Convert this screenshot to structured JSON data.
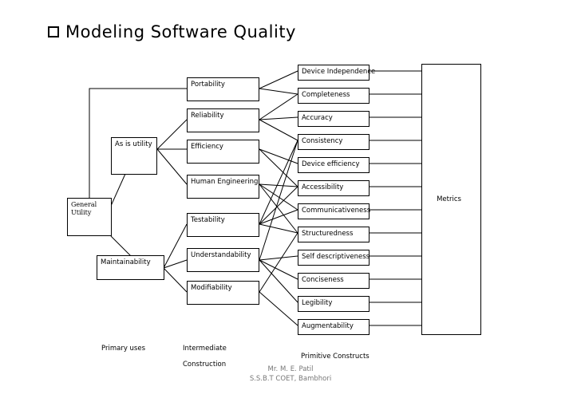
{
  "title": "Modeling Software Quality",
  "general": "General Utility",
  "primary": [
    "As is utility",
    "Maintainability"
  ],
  "intermediate": [
    "Portability",
    "Reliability",
    "Efficiency",
    "Human Engineering",
    "Testability",
    "Understandability",
    "Modifiability"
  ],
  "primitives": [
    "Device Independence",
    "Completeness",
    "Accuracy",
    "Consistency",
    "Device efficiency",
    "Accessibility",
    "Communicativeness",
    "Structuredness",
    "Self descriptiveness",
    "Conciseness",
    "Legibility",
    "Augmentability"
  ],
  "metrics": "Metrics",
  "captions": {
    "primary_uses": "Primary uses",
    "intermediate_line1": "Intermediate",
    "intermediate_line2": "Construction",
    "primitive_constructs": "Primitive Constructs"
  },
  "footer": {
    "author": "Mr. M. E. Patil",
    "institute": "S.S.B.T COET, Bambhori"
  }
}
